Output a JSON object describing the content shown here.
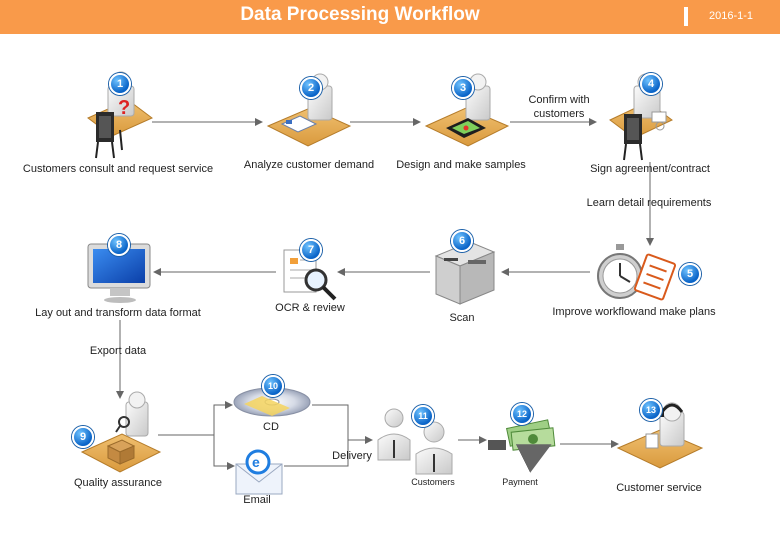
{
  "header": {
    "title": "Data Processing Workflow",
    "date": "2016-1-1",
    "bg_color": "#f99a4a"
  },
  "steps": [
    {
      "num": "1",
      "label": "Customers consult and request service"
    },
    {
      "num": "2",
      "label": "Analyze customer demand"
    },
    {
      "num": "3",
      "label": "Design and make samples"
    },
    {
      "num": "4",
      "label": "Sign agreement/contract"
    },
    {
      "num": "5",
      "label": "Improve workflowand make plans"
    },
    {
      "num": "6",
      "label": "Scan"
    },
    {
      "num": "7",
      "label": "OCR & review"
    },
    {
      "num": "8",
      "label": "Lay out and transform data  format"
    },
    {
      "num": "9",
      "label": "Quality assurance"
    },
    {
      "num": "10",
      "label": "CD"
    },
    {
      "num": "11",
      "label": "Customers"
    },
    {
      "num": "12",
      "label": "Payment"
    },
    {
      "num": "13",
      "label": "Customer service"
    }
  ],
  "email_label": "Email",
  "connectors": {
    "confirm": "Confirm with customers",
    "learn": "Learn detail requirements",
    "export": "Export data",
    "delivery": "Delivery"
  },
  "icons": [
    "desk-person-icon",
    "document-desk-icon",
    "tablet-desk-icon",
    "contract-desk-icon",
    "stopwatch-clipboard-icon",
    "copier-icon",
    "ocr-magnifier-icon",
    "monitor-icon",
    "box-inspection-icon",
    "cd-icon",
    "email-icon",
    "people-icon",
    "money-icon",
    "headset-desk-icon"
  ]
}
